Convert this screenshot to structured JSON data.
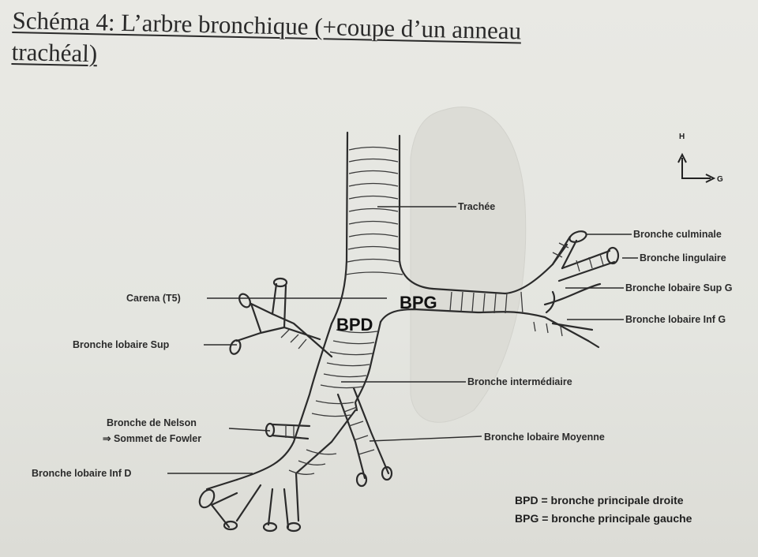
{
  "title": {
    "line1": "Schéma 4: L’arbre bronchique (+coupe d’un anneau",
    "line2": "trachéal)"
  },
  "orientation": {
    "up": "H",
    "right": "G"
  },
  "labels": {
    "trachee": "Trachée",
    "carena": "Carena (T5)",
    "culminale": "Bronche culminale",
    "lingulaire": "Bronche lingulaire",
    "lobaire_sup_g": "Bronche lobaire Sup G",
    "lobaire_inf_g": "Bronche lobaire Inf G",
    "lobaire_sup": "Bronche lobaire Sup",
    "intermediaire": "Bronche intermédiaire",
    "nelson_1": "Bronche de Nelson",
    "nelson_2": "⇒ Sommet de Fowler",
    "lobaire_moyenne": "Bronche lobaire Moyenne",
    "lobaire_inf_d": "Bronche lobaire Inf D",
    "bpd": "BPD",
    "bpg": "BPG"
  },
  "legend": {
    "bpd": "BPD = bronche principale droite",
    "bpg": "BPG = bronche principale gauche"
  },
  "colors": {
    "ink": "#2b2b2b",
    "paper": "#e6e6e1"
  }
}
